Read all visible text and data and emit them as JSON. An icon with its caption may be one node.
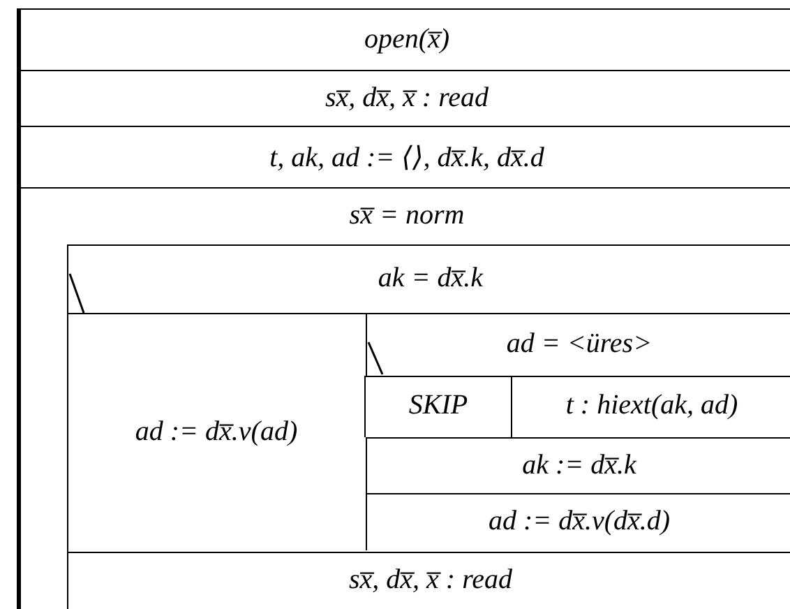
{
  "diagram": {
    "nodes": [
      {
        "text": [
          "open(x̅)"
        ]
      },
      {
        "text": [
          "sx̅, dx̅, x̅ : read"
        ]
      },
      {
        "text": [
          "t, ak, ad := ⟨⟩, dx̅.k, dx̅.d"
        ]
      },
      {
        "text": [
          "sx̅ = norm"
        ]
      },
      {
        "text": [
          "ak = dx̅.k"
        ],
        "in": 3
      },
      {
        "text": [
          "ad := dx̅.v(ad)"
        ],
        "in": 4
      },
      {
        "text": [
          "ad = <üres>"
        ],
        "in": 4
      },
      {
        "text": [
          "SKIP"
        ],
        "in": 6
      },
      {
        "text": [
          "t : hiext(ak, ad)"
        ],
        "in": 6
      },
      {
        "text": [
          "ak := dx̅.k"
        ],
        "in": 4
      },
      {
        "text": [
          "ad := dx̅.v(dx̅.d)"
        ],
        "in": 4
      },
      {
        "text": [
          "sx̅, dx̅, x̅ : read"
        ],
        "in": 3
      }
    ]
  }
}
